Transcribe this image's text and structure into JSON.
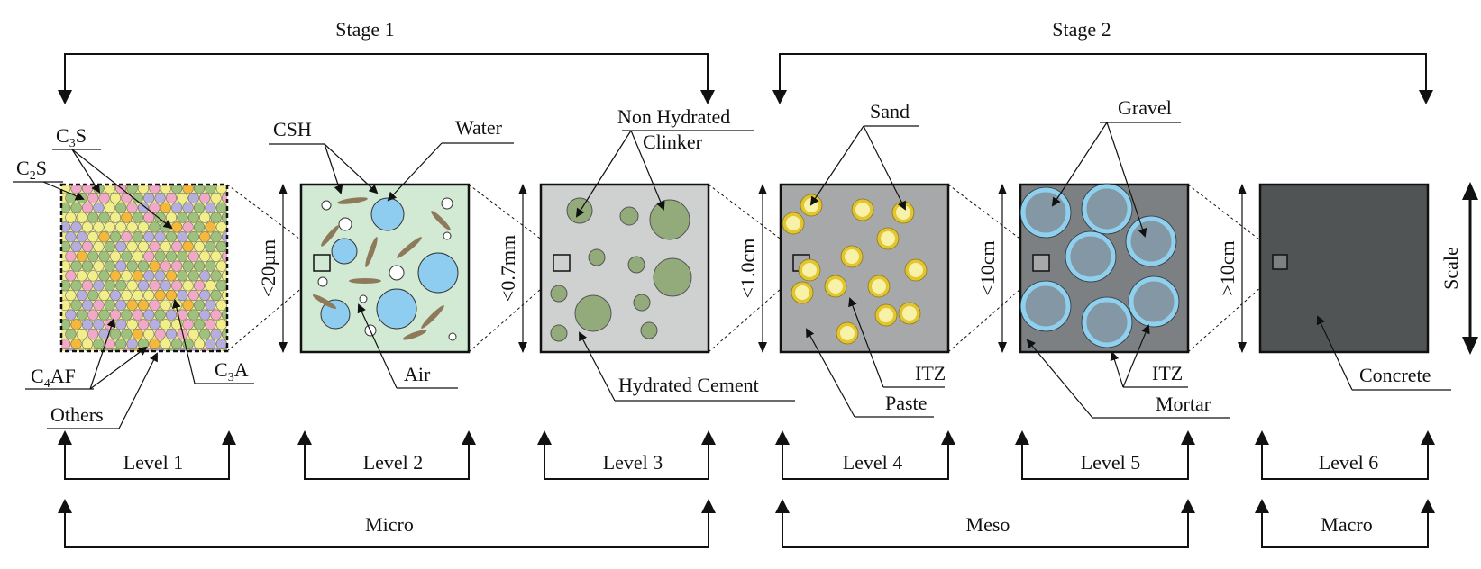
{
  "stages": {
    "stage1": "Stage 1",
    "stage2": "Stage 2"
  },
  "levels": [
    "Level 1",
    "Level 2",
    "Level 3",
    "Level 4",
    "Level 5",
    "Level 6"
  ],
  "scales": {
    "micro": "Micro",
    "meso": "Meso",
    "macro": "Macro"
  },
  "dimensions": {
    "level2": "<20µm",
    "level3": "<0.7mm",
    "level4": "<1.0cm",
    "level5": "<10cm",
    "level6": ">10cm",
    "scale": "Scale"
  },
  "labels": {
    "c3s_main": "C",
    "c3s_sub": "3",
    "c3s_tail": "S",
    "c2s_main": "C",
    "c2s_sub": "2",
    "c2s_tail": "S",
    "c4af_main": "C",
    "c4af_sub": "4",
    "c4af_tail": "AF",
    "c3a_main": "C",
    "c3a_sub": "3",
    "c3a_tail": "A",
    "others": "Others",
    "csh": "CSH",
    "water": "Water",
    "air": "Air",
    "non_hydrated_1": "Non Hydrated",
    "non_hydrated_2": "Clinker",
    "hydrated_cement": "Hydrated Cement",
    "sand": "Sand",
    "itz4": "ITZ",
    "paste": "Paste",
    "gravel": "Gravel",
    "itz5": "ITZ",
    "mortar": "Mortar",
    "concrete": "Concrete"
  },
  "colors": {
    "c3s": "#9ec27e",
    "c2s": "#f2a9c8",
    "c4af": "#f5b83a",
    "c3a": "#b7aee0",
    "others": "#f2ef8a",
    "paste_l2": "#d2ead3",
    "water": "#8ecdef",
    "csh": "#8e7a5a",
    "level3_bg": "#cfd1d0",
    "clinker": "#93ab7b",
    "level4_bg": "#a7a8a9",
    "sand": "#f7f2a8",
    "sand_ring": "#e3c52f",
    "level5_bg": "#7d8083",
    "gravel": "#8497a4",
    "gravel_ring": "#8fd0ee",
    "concrete": "#515455"
  }
}
